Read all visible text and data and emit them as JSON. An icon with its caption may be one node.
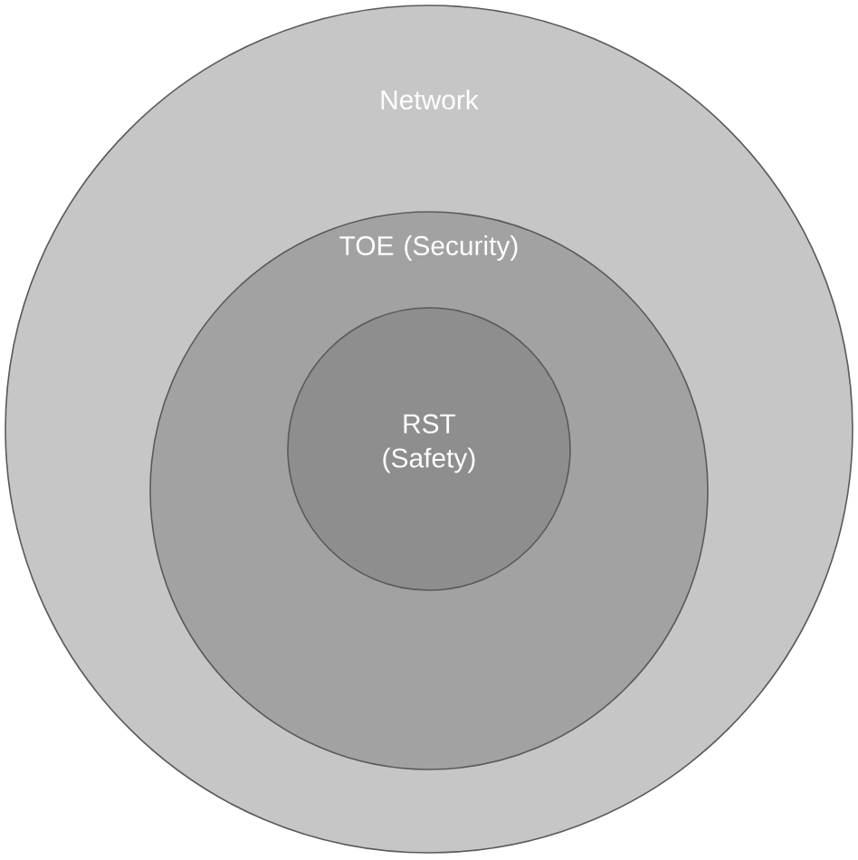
{
  "diagram": {
    "nodes": [
      {
        "text": [
          "Network"
        ]
      },
      {
        "text": [
          "TOE (Security)"
        ],
        "in": 0
      },
      {
        "text": [
          "RST (Safety)"
        ],
        "in": 1
      }
    ]
  }
}
